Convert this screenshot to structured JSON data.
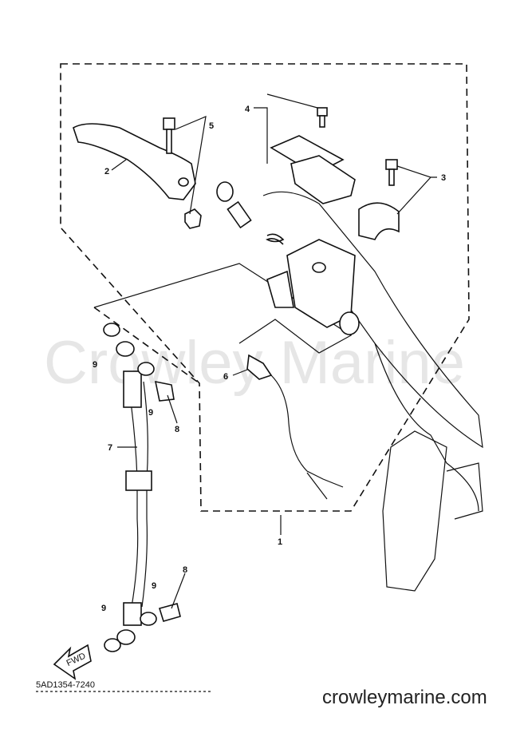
{
  "diagram": {
    "watermark": "Crowley Marine",
    "diagram_code": "5AD1354-7240",
    "site": "crowleymarine.com",
    "fwd_label": "FWD",
    "callouts": [
      {
        "id": "c1",
        "text": "1"
      },
      {
        "id": "c2",
        "text": "2"
      },
      {
        "id": "c3",
        "text": "3"
      },
      {
        "id": "c4",
        "text": "4"
      },
      {
        "id": "c5",
        "text": "5"
      },
      {
        "id": "c6",
        "text": "6"
      },
      {
        "id": "c7",
        "text": "7"
      },
      {
        "id": "c8a",
        "text": "8"
      },
      {
        "id": "c8b",
        "text": "8"
      },
      {
        "id": "c9a",
        "text": "9"
      },
      {
        "id": "c9b",
        "text": "9"
      },
      {
        "id": "c9c",
        "text": "9"
      },
      {
        "id": "c9d",
        "text": "9"
      }
    ]
  }
}
